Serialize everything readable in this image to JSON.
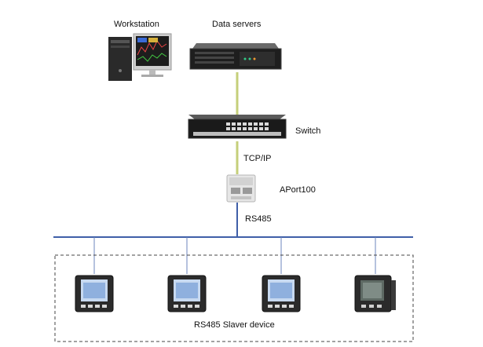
{
  "labels": {
    "workstation": "Workstation",
    "data_servers": "Data servers",
    "switch": "Switch",
    "tcpip": "TCP/IP",
    "aport": "APort100",
    "rs485": "RS485",
    "slaver_devices": "RS485 Slaver device"
  },
  "colors": {
    "bus_line": "#3f5fa8",
    "link_line": "#c5cf7a",
    "dashed_frame": "#444444"
  }
}
